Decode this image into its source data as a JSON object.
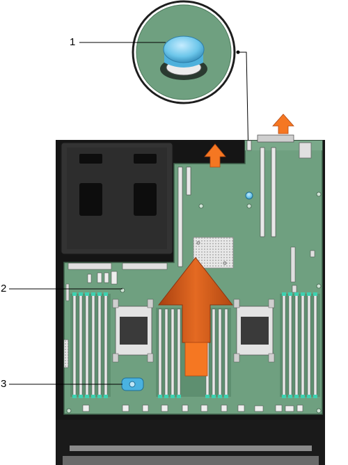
{
  "callouts": [
    {
      "number": "1",
      "target": "release-pin"
    },
    {
      "number": "2",
      "target": "system-board"
    },
    {
      "number": "3",
      "target": "system-board-holder"
    }
  ],
  "colors": {
    "board": "#6fa080",
    "board_edge": "#3d5e48",
    "chassis": "#151515",
    "psu_cage": "#2e2e2e",
    "arrow": "#d8581c",
    "arrow_dark": "#a84010",
    "arrow_bright": "#f57722",
    "pin_blue": "#6cc6ea",
    "slot": "#e8e8e8"
  },
  "icons": [
    "release-pin-icon",
    "lift-direction-arrow-icon",
    "slide-direction-arrow-icon"
  ]
}
